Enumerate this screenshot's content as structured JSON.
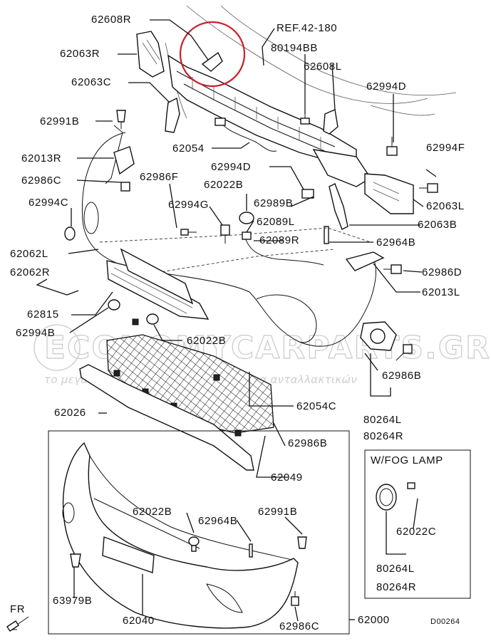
{
  "labels": {
    "p62608R": "62608R",
    "ref": "REF.42-180",
    "p62063R": "62063R",
    "p80194BB": "80194BB",
    "p62608L": "62608L",
    "p62063C": "62063C",
    "p62994D_a": "62994D",
    "p62991B_top": "62991B",
    "p62994F": "62994F",
    "p62054": "62054",
    "p62013R": "62013R",
    "p62994D_b": "62994D",
    "p62986C_left": "62986C",
    "p62986F": "62986F",
    "p62022B_top": "62022B",
    "p62989B": "62989B",
    "p62063L": "62063L",
    "p62994C": "62994C",
    "p62994G": "62994G",
    "p62089L": "62089L",
    "p62063B": "62063B",
    "p62089R": "62089R",
    "p62964B_top": "62964B",
    "p62062L": "62062L",
    "p62986D": "62986D",
    "p62062R": "62062R",
    "p62013L": "62013L",
    "p62815": "62815",
    "p62994B": "62994B",
    "p62022B_mid": "62022B",
    "p62986B_right": "62986B",
    "p62054C": "62054C",
    "p62026": "62026",
    "p80264L_a": "80264L",
    "p80264R_a": "80264R",
    "p62986B_grille": "62986B",
    "p62049": "62049",
    "fog_title": "W/FOG LAMP",
    "p62022B_box": "62022B",
    "p62964B_box": "62964B",
    "p62991B_box": "62991B",
    "p62022C": "62022C",
    "p80264L_b": "80264L",
    "p80264R_b": "80264R",
    "p63979B": "63979B",
    "p62040": "62040",
    "p62000": "62000",
    "p62986C_box": "62986C",
    "diagram_id": "D00264",
    "fr": "FR"
  },
  "watermark": {
    "brand": "ECONOMYCARPARTS.GR",
    "tagline": "το μεγαλύτερο ηλεκτρονικό κατάστημα ανταλλακτικών"
  },
  "colors": {
    "ink": "#111111",
    "highlight_circle": "#c8202a",
    "watermark": "#c9c9c9",
    "background": "#ffffff"
  }
}
